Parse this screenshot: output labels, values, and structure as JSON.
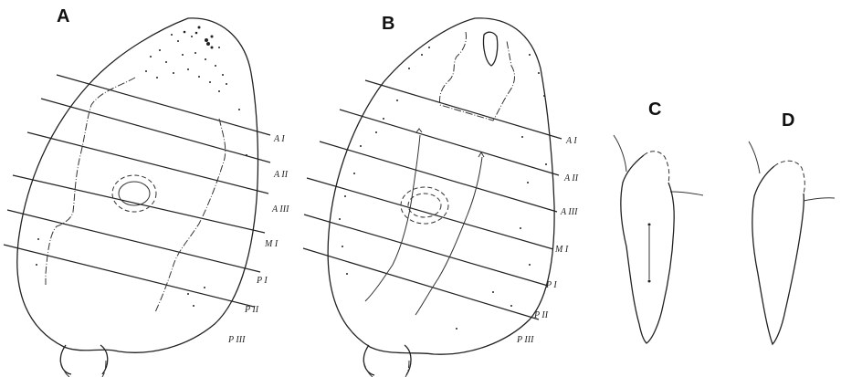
{
  "figure": {
    "panels": [
      {
        "letter": "A",
        "labels": [
          "A I",
          "A II",
          "A III",
          "M I",
          "P I",
          "P II",
          "P III"
        ]
      },
      {
        "letter": "B",
        "labels": [
          "A I",
          "A II",
          "A III",
          "M I",
          "P I",
          "P II",
          "P III"
        ]
      },
      {
        "letter": "C"
      },
      {
        "letter": "D"
      }
    ]
  }
}
